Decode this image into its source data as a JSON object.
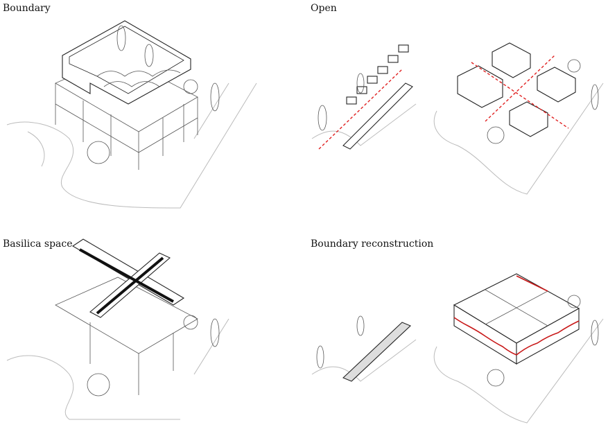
{
  "panels": [
    {
      "title": "Boundary"
    },
    {
      "title": "Open"
    },
    {
      "title": "Basilica space"
    },
    {
      "title": "Boundary reconstruction"
    }
  ],
  "colors": {
    "accent": "#e02020",
    "line": "#222222",
    "landscape": "#bbbbbb"
  }
}
